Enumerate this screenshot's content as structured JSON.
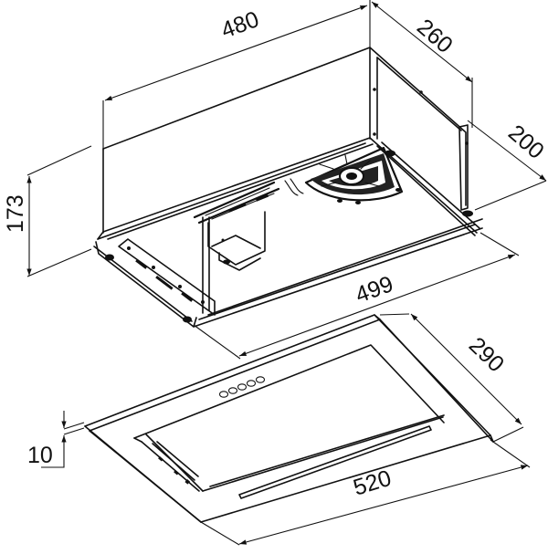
{
  "drawing": {
    "subject": "built-in range hood dimensional drawing",
    "units": "mm",
    "stroke_color": "#111111",
    "background_color": "#ffffff"
  },
  "upper_unit": {
    "dimensions": {
      "width_top": "480",
      "depth_top": "260",
      "height": "173",
      "depth_side": "200",
      "width_bottom": "499"
    }
  },
  "lower_panel": {
    "dimensions": {
      "depth": "290",
      "thickness": "10",
      "width": "520"
    },
    "control_buttons_count": 5
  }
}
